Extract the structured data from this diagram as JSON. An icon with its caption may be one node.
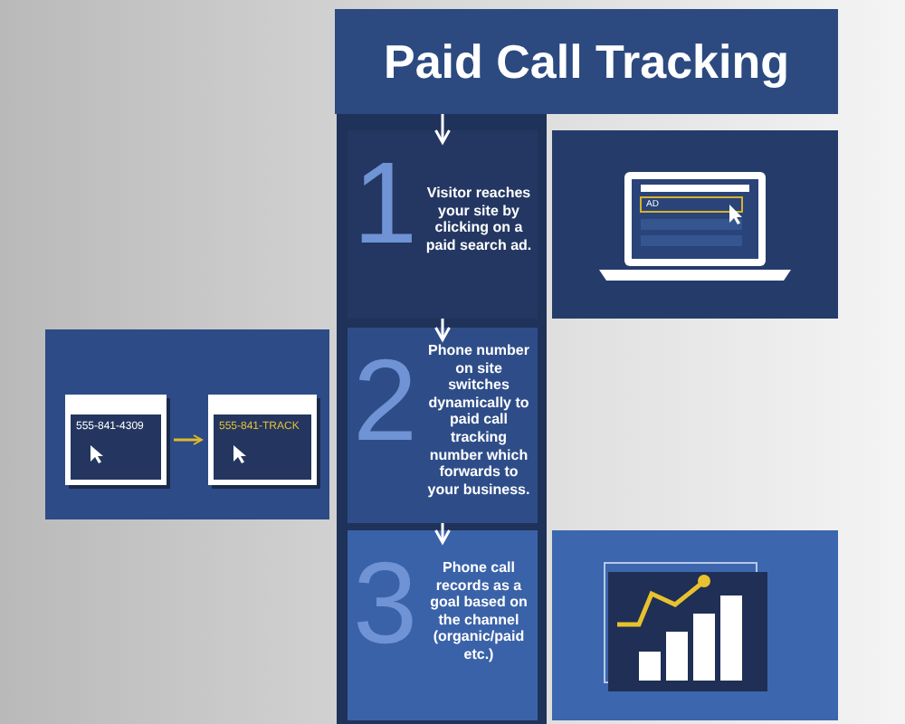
{
  "diagram": {
    "nodes": [
      {
        "text": [
          "Paid Call Tracking"
        ]
      },
      {
        "text": [
          "1",
          "Visitor reaches your site by clicking on a paid search ad."
        ]
      },
      {
        "text": [
          "2",
          "Phone number on site switches dynamically to paid call tracking number which forwards to your business."
        ]
      },
      {
        "text": [
          "3",
          "Phone call records as a goal based on the channel (organic/paid etc.)"
        ]
      },
      {
        "text": [],
        "shape": "box"
      },
      {
        "text": [],
        "shape": "box"
      },
      {
        "text": [
          "555-841-4309"
        ],
        "in": 5
      },
      {
        "text": [
          "555-841-TRACK"
        ],
        "in": 5
      },
      {
        "text": [],
        "shape": "box"
      }
    ],
    "edges": [
      {
        "from": 0,
        "to": 1,
        "arrow": "to"
      },
      {
        "from": 1,
        "to": 2,
        "arrow": "to"
      },
      {
        "from": 2,
        "to": 3,
        "arrow": "to"
      },
      {
        "from": 6,
        "to": 7,
        "arrow": "to",
        "color": "#e2b92c"
      }
    ],
    "labels": [
      "AD"
    ]
  }
}
